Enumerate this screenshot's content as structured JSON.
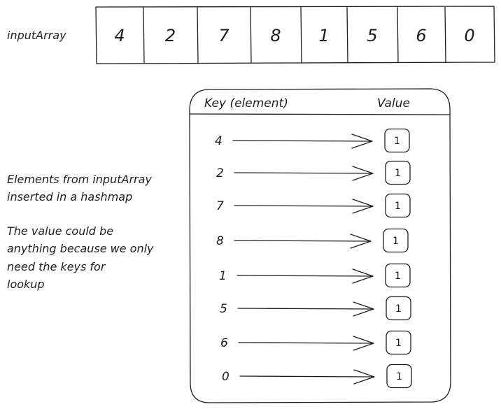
{
  "input_array": {
    "label": "inputArray",
    "cells": [
      "4",
      "2",
      "7",
      "8",
      "1",
      "5",
      "6",
      "0"
    ]
  },
  "hashmap": {
    "key_header": "Key (element)",
    "value_header": "Value",
    "entries": [
      {
        "key": "4",
        "value": "1"
      },
      {
        "key": "2",
        "value": "1"
      },
      {
        "key": "7",
        "value": "1"
      },
      {
        "key": "8",
        "value": "1"
      },
      {
        "key": "1",
        "value": "1"
      },
      {
        "key": "5",
        "value": "1"
      },
      {
        "key": "6",
        "value": "1"
      },
      {
        "key": "0",
        "value": "1"
      }
    ]
  },
  "notes": {
    "first": [
      "Elements from inputArray",
      "inserted in a hashmap"
    ],
    "second": [
      "The value could be",
      "anything because we only",
      "need the keys for",
      "lookup"
    ]
  }
}
